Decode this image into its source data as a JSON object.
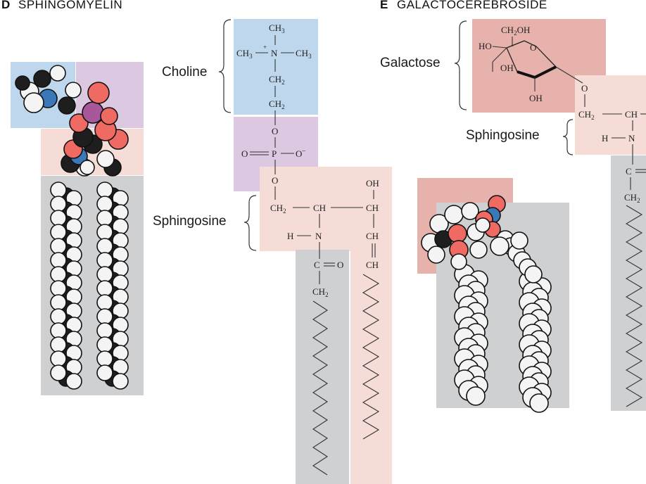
{
  "panel_d": {
    "letter": "D",
    "title": "SPHINGOMYELIN",
    "labels": {
      "choline": "Choline",
      "sphingosine": "Sphingosine"
    },
    "formula": {
      "ch3": "CH",
      "three": "3",
      "nplus": "+",
      "n": "N",
      "ch2": "CH",
      "two": "2",
      "o": "O",
      "p": "P",
      "ominus": "O",
      "minus": "–",
      "ch": "CH",
      "h": "H",
      "oh": "OH",
      "c": "C"
    }
  },
  "panel_e": {
    "letter": "E",
    "title": "GALACTOCEREBROSIDE",
    "labels": {
      "galactose": "Galactose",
      "sphingosine": "Sphingosine"
    },
    "formula": {
      "ch2oh": "CH",
      "two": "2",
      "oh_suffix": "OH",
      "ho": "HO",
      "oh": "OH",
      "o": "O",
      "ch": "CH",
      "h": "H",
      "n": "N",
      "c": "C"
    }
  },
  "colors": {
    "choline_bg": "#bfd7ec",
    "phosphate_bg": "#ddc8e1",
    "sphingosine_bg": "#f5dcd7",
    "galactose_bg": "#e7b2ac",
    "fatty_acid_bg": "#cfd0d2"
  }
}
